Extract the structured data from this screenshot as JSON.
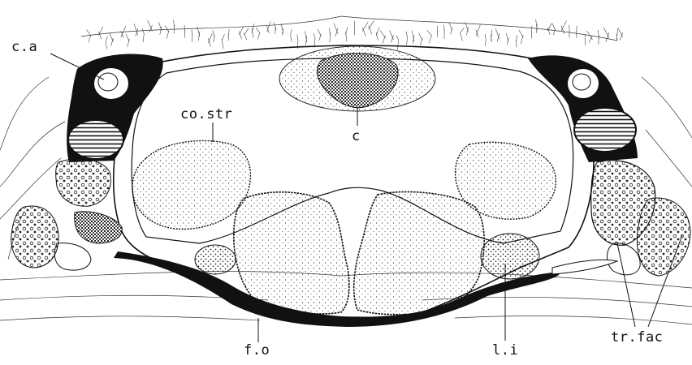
{
  "labels": {
    "ca": "c.a",
    "costr": "co.str",
    "c": "c",
    "fo": "f.o",
    "li": "l.i",
    "trfac": "tr.fac"
  },
  "colors": {
    "ink": "#111111",
    "paper": "#ffffff"
  }
}
